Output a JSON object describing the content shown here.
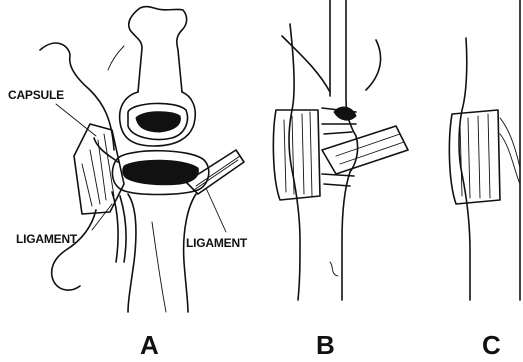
{
  "labels": {
    "capsule": "CAPSULE",
    "ligament_left": "LIGAMENT",
    "ligament_right": "LIGAMENT"
  },
  "panels": [
    "A",
    "B",
    "C"
  ]
}
